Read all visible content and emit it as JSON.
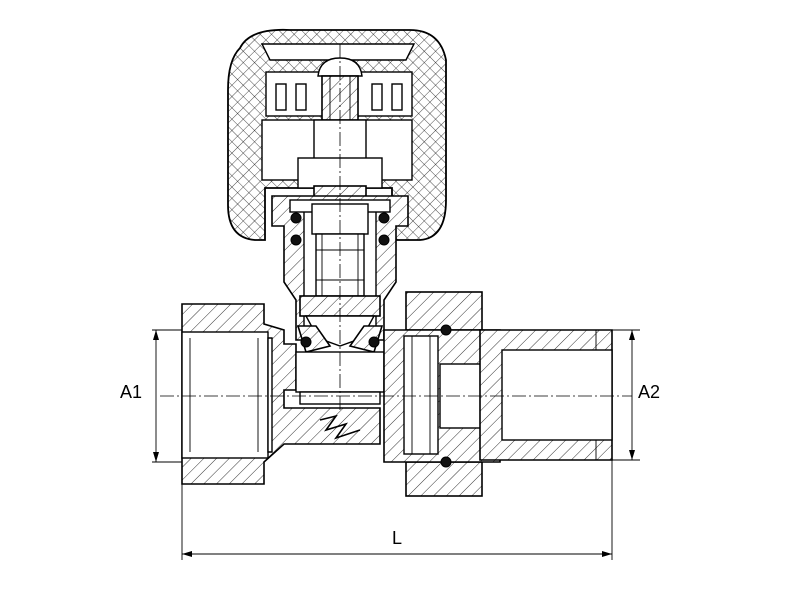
{
  "dimensions": {
    "inlet_label": "A1",
    "outlet_label": "A2",
    "length_label": "L"
  },
  "colors": {
    "line": "#000000",
    "background": "#ffffff"
  }
}
